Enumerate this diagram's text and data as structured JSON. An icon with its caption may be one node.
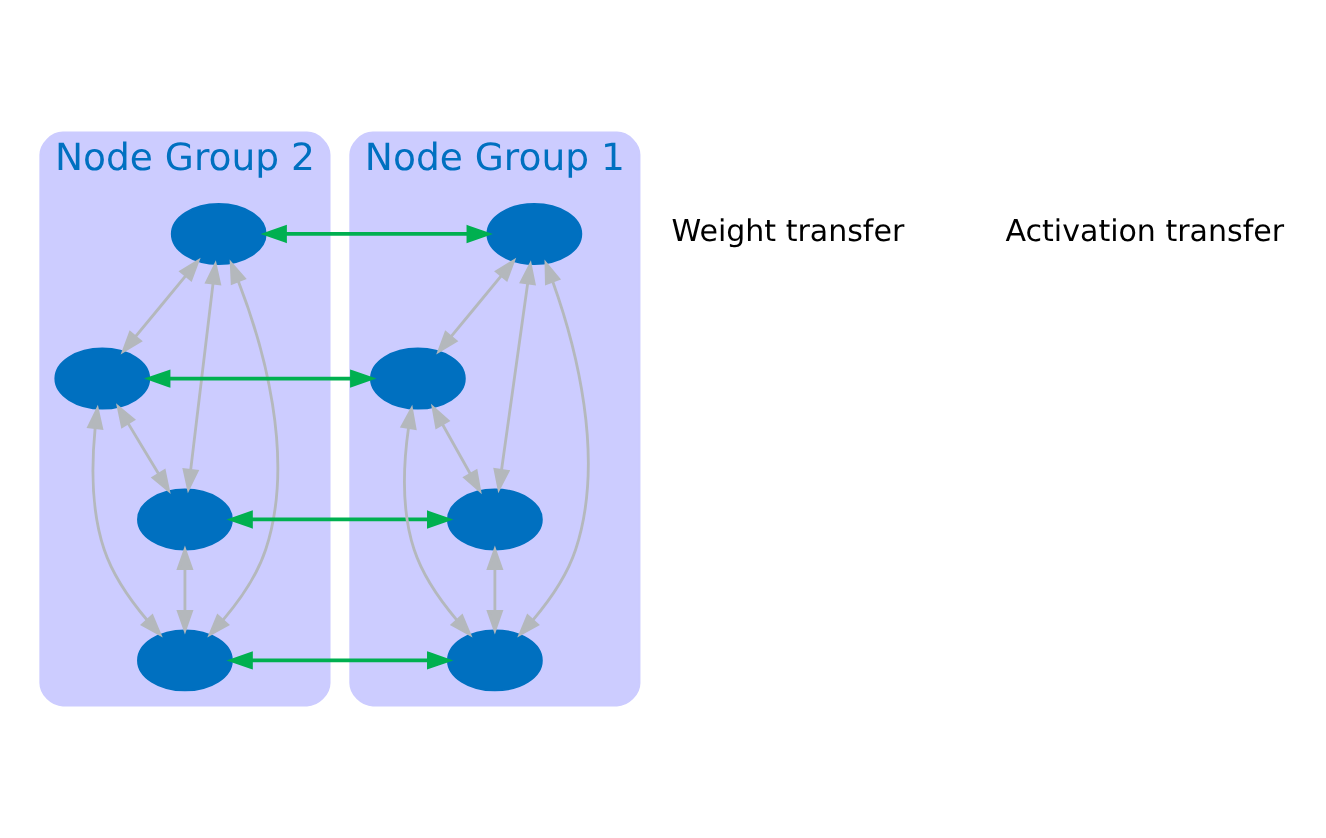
{
  "diagram": {
    "nodes": [
      {
        "text": [
          "Node Group 2"
        ]
      },
      {
        "text": [],
        "shape": "ellipse",
        "in": 0
      },
      {
        "text": [],
        "shape": "ellipse",
        "in": 0
      },
      {
        "text": [],
        "shape": "ellipse",
        "in": 0
      },
      {
        "text": [],
        "shape": "ellipse",
        "in": 0
      },
      {
        "text": [
          "Node Group 1"
        ]
      },
      {
        "text": [],
        "shape": "ellipse",
        "in": 5
      },
      {
        "text": [],
        "shape": "ellipse",
        "in": 5
      },
      {
        "text": [],
        "shape": "ellipse",
        "in": 5
      },
      {
        "text": [],
        "shape": "ellipse",
        "in": 5
      }
    ],
    "edges": [
      {
        "from": 1,
        "to": 2,
        "arrow": "both"
      },
      {
        "from": 1,
        "to": 3,
        "arrow": "both"
      },
      {
        "from": 1,
        "to": 4,
        "arrow": "both"
      },
      {
        "from": 2,
        "to": 3,
        "arrow": "both"
      },
      {
        "from": 2,
        "to": 4,
        "arrow": "both"
      },
      {
        "from": 3,
        "to": 4,
        "arrow": "both"
      },
      {
        "from": 6,
        "to": 7,
        "arrow": "both"
      },
      {
        "from": 6,
        "to": 8,
        "arrow": "both"
      },
      {
        "from": 6,
        "to": 9,
        "arrow": "both"
      },
      {
        "from": 7,
        "to": 8,
        "arrow": "both"
      },
      {
        "from": 7,
        "to": 9,
        "arrow": "both"
      },
      {
        "from": 8,
        "to": 9,
        "arrow": "both"
      },
      {
        "from": 1,
        "to": 6,
        "arrow": "both",
        "color": "#00b050"
      },
      {
        "from": 2,
        "to": 7,
        "arrow": "both",
        "color": "#00b050"
      },
      {
        "from": 4,
        "to": 9,
        "arrow": "both",
        "color": "#00b050"
      },
      {
        "from": 3,
        "to": 8,
        "arrow": "both",
        "color": "#00b050"
      }
    ],
    "labels": [
      "Weight transfer",
      "Activation transfer"
    ]
  }
}
